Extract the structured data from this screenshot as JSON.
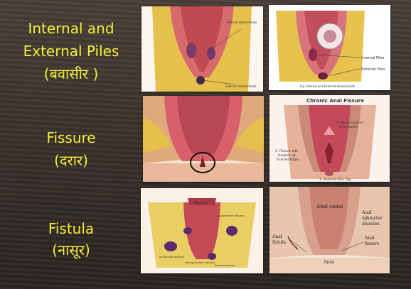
{
  "labels": {
    "piles": [
      "Internal and",
      "External Piles",
      "(बवासीर )"
    ],
    "fissure": [
      "Fissure",
      "(दरार)"
    ],
    "fistula": [
      "Fistula",
      "(नासूर)"
    ]
  },
  "panels": {
    "piles_1": {
      "internal": "Internal Hemorrhoids",
      "external": "External Hemorrhoids"
    },
    "piles_2": {
      "internal": "Internal Piles",
      "external": "External Piles",
      "caption": "Fig: Internal and External Hemorrhoids"
    },
    "fissure_2": {
      "title": "Chronic Anal Fissure",
      "papilla_1": "1. Hypertrophied",
      "papilla_2": "Anal Papilla",
      "edge_1": "2. Fissure with",
      "edge_2": "Heaped up",
      "edge_3": "Scarred Edges",
      "tag": "3. Sentinel Skin Tag"
    },
    "fistula_1": {
      "rectum": "Rectum",
      "intersphincteric": "Intersphincteric abscess",
      "ischiorectal": "Ischiorectal abscess",
      "supralevator": "Supralevator abscess",
      "perianal": "Perianal abscess"
    },
    "fistula_2": {
      "canal": "Anal canal",
      "sphincter_1": "Anal",
      "sphincter_2": "sphincter",
      "sphincter_3": "muscles",
      "fistula_1": "Anal",
      "fistula_2": "fistula",
      "fissure_1": "Anal",
      "fissure_2": "fissure",
      "anus": "Anus"
    }
  },
  "colors": {
    "label_text": "#f3ef3b",
    "tissue": "#c45a5a",
    "fat": "#e9c24a",
    "skin": "#eab89a"
  }
}
